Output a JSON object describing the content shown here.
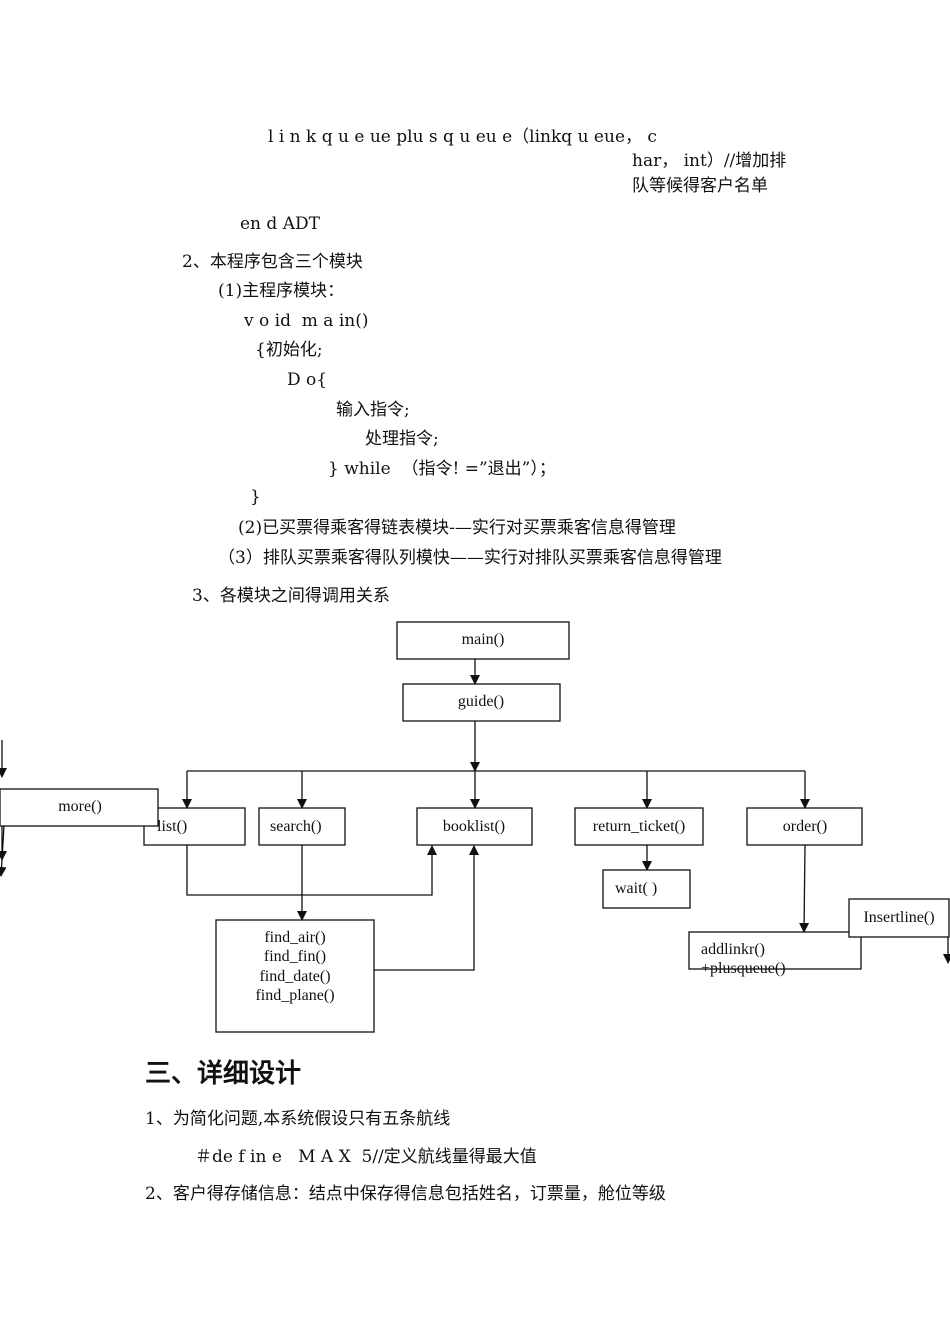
{
  "lines": {
    "l1": "l i n k q u e ue plu s q u eu e（linkq u eue， c",
    "l2": "har， int）//增加排",
    "l3": "队等候得客户名单",
    "l4": "en d ADT",
    "l5": "2、本程序包含三个模块",
    "l6": "(1)主程序模块：",
    "l7": "v o id  m a in()",
    "l8": "{初始化;",
    "l9": "D o{",
    "l10": "输入指令;",
    "l11": "处理指令;",
    "l12": "} while  （指令! =”退出”）；",
    "l13": "}",
    "l14": "(2)已买票得乘客得链表模块-—实行对买票乘客信息得管理",
    "l15": "（3）排队买票乘客得队列模快——实行对排队买票乘客信息得管理",
    "l16": "3、各模块之间得调用关系"
  },
  "diagram": {
    "main": "main()",
    "guide": "guide()",
    "list": "list()",
    "search": "search()",
    "booklist": "booklist()",
    "return_ticket": "return_ticket()",
    "order": "order()",
    "more": "more()",
    "wait": "wait( )",
    "find": [
      "find_air()",
      "find_fin()",
      "find_date()",
      "find_plane()"
    ],
    "addlinkr": [
      "addlinkr()",
      "+plusqueue()"
    ],
    "insertline": "Insertline()"
  },
  "section": {
    "heading": "三、详细设计",
    "p1": "1、为简化问题,本系统假设只有五条航线",
    "p2": "＃de f in e   M A X  5//定义航线量得最大值",
    "p3": "2、客户得存储信息：结点中保存得信息包括姓名，订票量，舱位等级"
  }
}
